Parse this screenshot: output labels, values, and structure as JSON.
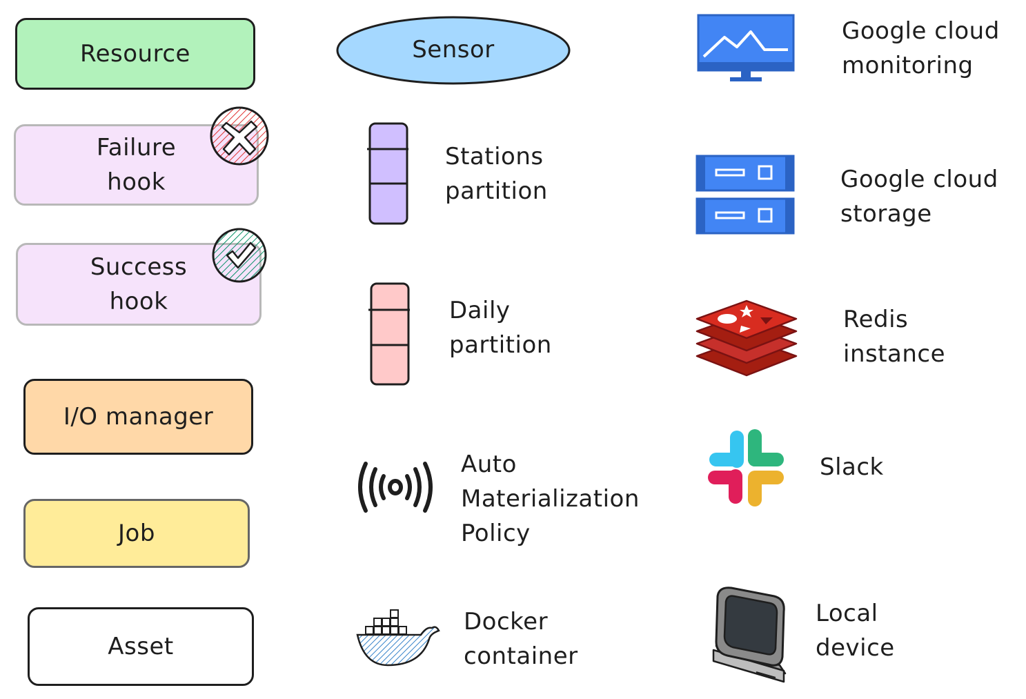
{
  "legend": {
    "resource": {
      "label": "Resource",
      "color": "#b2f2bb"
    },
    "failure_hook": {
      "label": "Failure\nhook",
      "color": "#f6e3fb"
    },
    "success_hook": {
      "label": "Success\nhook",
      "color": "#f6e3fb"
    },
    "io_manager": {
      "label": "I/O manager",
      "color": "#ffd8a8"
    },
    "job": {
      "label": "Job",
      "color": "#ffec99"
    },
    "asset": {
      "label": "Asset",
      "color": "#ffffff"
    },
    "sensor": {
      "label": "Sensor",
      "color": "#a5d8ff"
    },
    "stations_partition": {
      "label": "Stations\npartition",
      "color": "#d0bfff"
    },
    "daily_partition": {
      "label": "Daily\npartition",
      "color": "#ffc9c9"
    },
    "auto_materialization_policy": {
      "label": "Auto\nMaterialization\nPolicy",
      "icon": "broadcast-signal-icon"
    },
    "docker_container": {
      "label": "Docker\ncontainer",
      "icon": "docker-whale-icon"
    },
    "gcp_monitoring": {
      "label": "Google cloud\nmonitoring",
      "icon": "monitor-chart-icon"
    },
    "gcp_storage": {
      "label": "Google cloud\nstorage",
      "icon": "storage-server-icon"
    },
    "redis": {
      "label": "Redis\ninstance",
      "icon": "redis-stack-icon"
    },
    "slack": {
      "label": "Slack",
      "icon": "slack-logo-icon"
    },
    "local_device": {
      "label": "Local\ndevice",
      "icon": "crt-computer-icon"
    }
  }
}
